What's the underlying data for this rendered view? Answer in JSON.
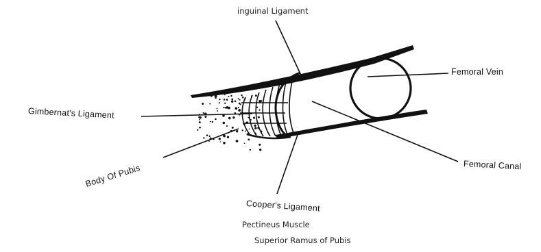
{
  "labels": {
    "inguinal_ligament": "inguinal Ligament",
    "femoral_vein": "Femoral Vein",
    "gimbernats_ligament": "Gimbernat's Ligament",
    "body_of_pubis": "Body Of Pubis",
    "femoral_canal": "Femoral Canal",
    "coopers_ligament": "Cooper's Ligament",
    "pectineus_muscle": "Pectineus Muscle",
    "superior_ramus": "Superior Ramus of Pubis"
  },
  "colors": {
    "ink": "#111111",
    "background": "#ffffff"
  }
}
